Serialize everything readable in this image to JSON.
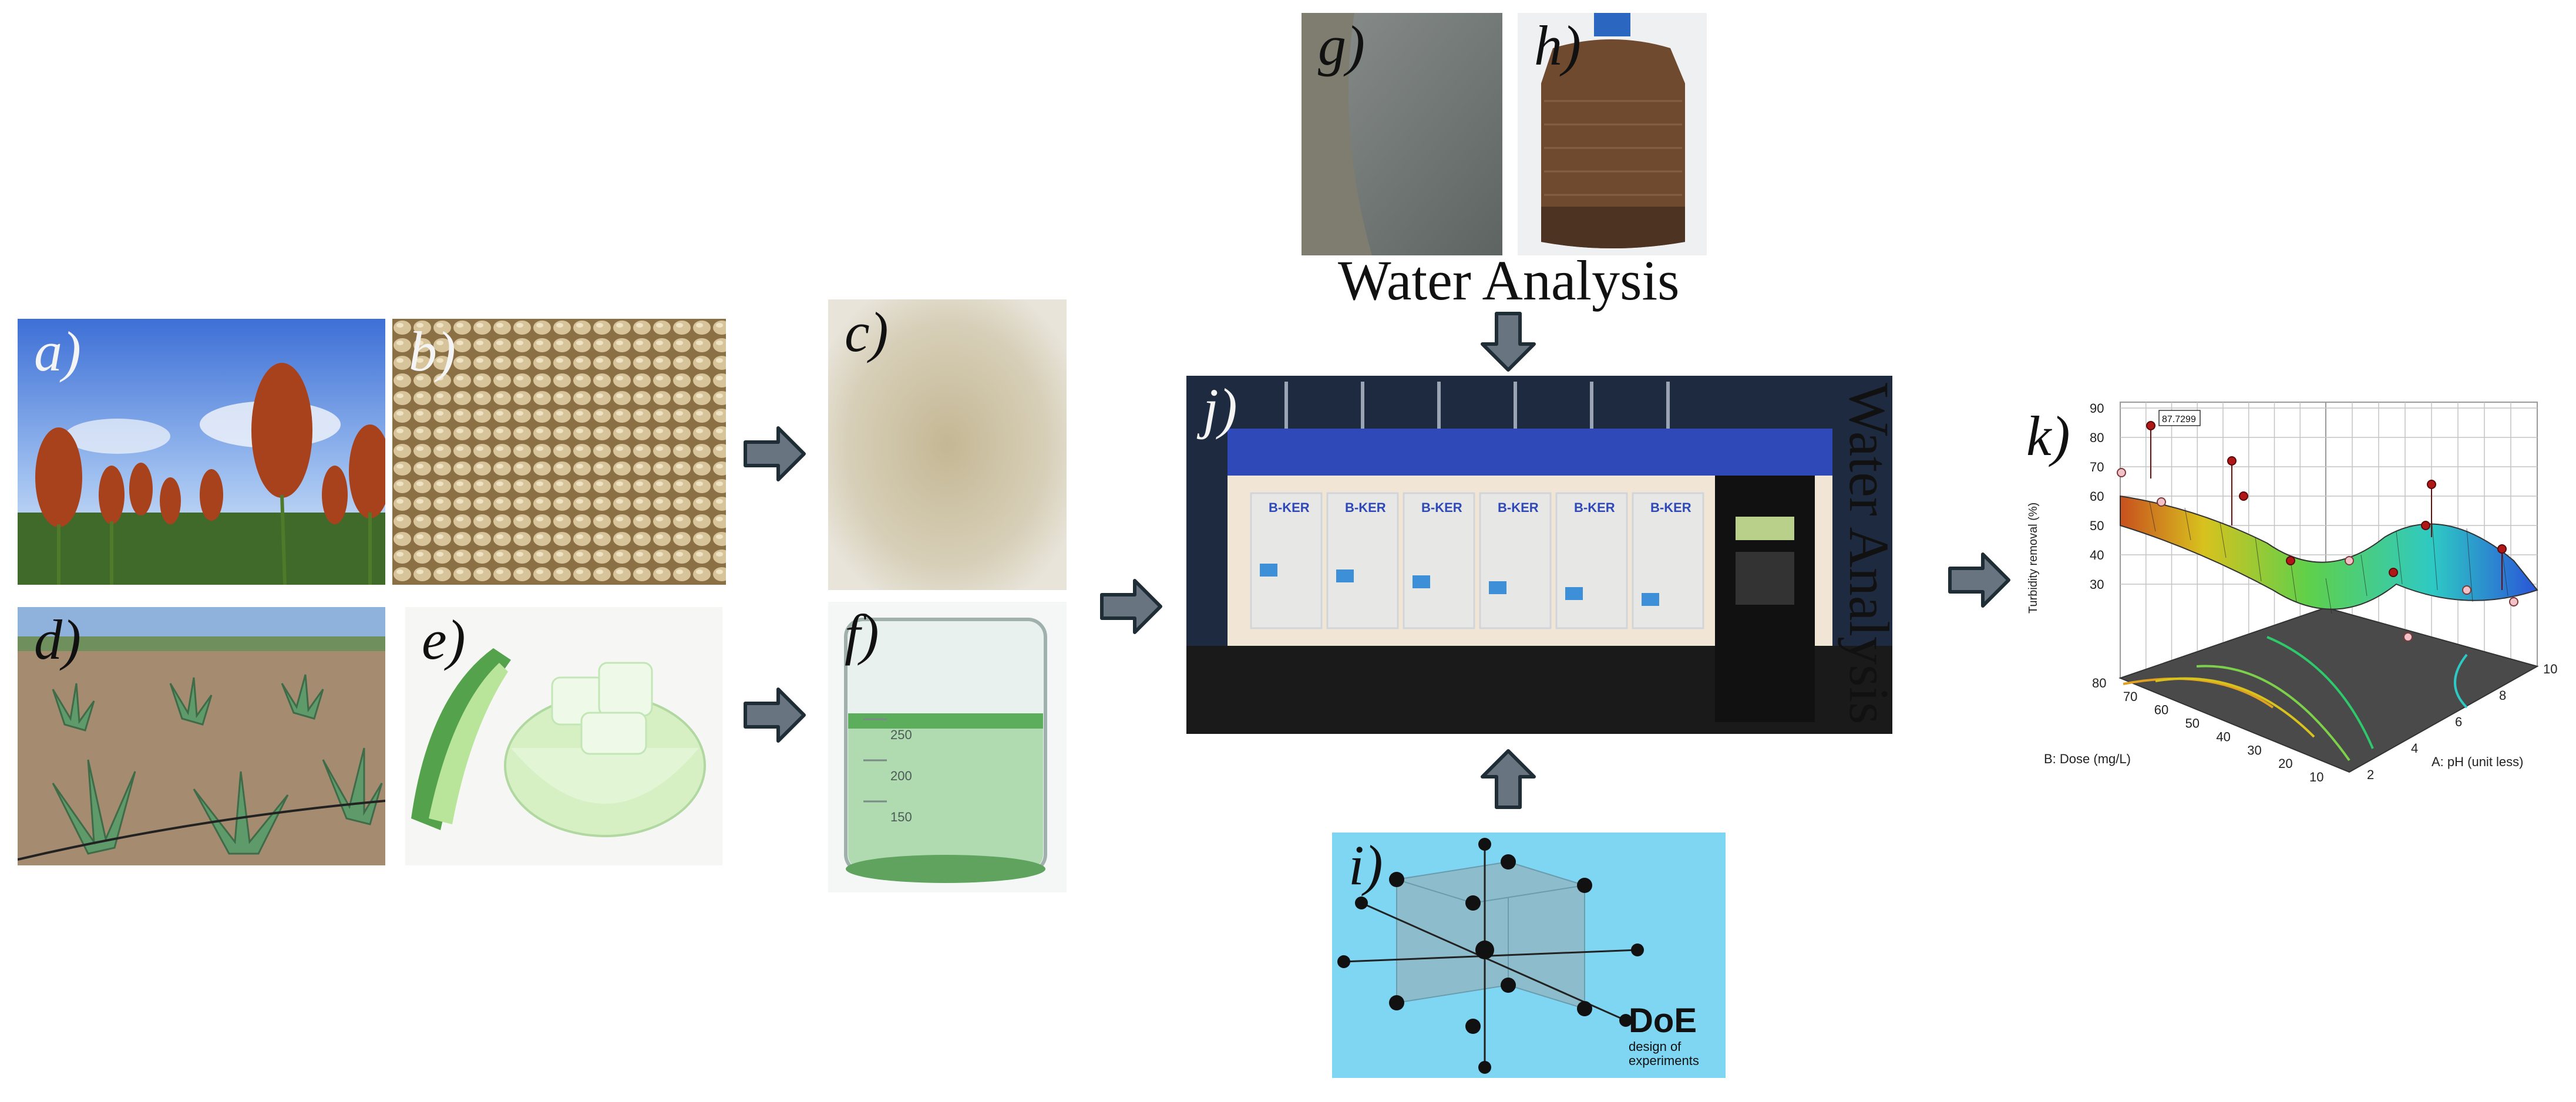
{
  "panels": {
    "a": "a)",
    "b": "b)",
    "c": "c)",
    "d": "d)",
    "e": "e)",
    "f": "f)",
    "g": "g)",
    "h": "h)",
    "i": "i)",
    "j": "j)",
    "k": "k)"
  },
  "captions": {
    "water_analysis_top": "Water Analysis",
    "water_analysis_side": "Water Analysis"
  },
  "doe": {
    "title": "DoE",
    "subtitle_line1": "design of",
    "subtitle_line2": "experiments"
  },
  "beaker_marks": [
    "250",
    "200",
    "150"
  ],
  "jar_tester": {
    "jar_label": "B-KER"
  },
  "colors": {
    "sky": "#4f7fd8",
    "sorghum": "#a8421c",
    "grain": "#c9b48b",
    "powder": "#c9bfa6",
    "aloe": "#4f8f5c",
    "water_turbid": "#6f4a2f",
    "doe_bg": "#7fd6f2",
    "arrow_fill": "#687480",
    "arrow_stroke": "#1e2d36",
    "jar_blue": "#2f49b8"
  },
  "chart_data": {
    "type": "surface",
    "zlabel": "Turbidity removal (%)",
    "xlabel": "A: pH (unit less)",
    "ylabel": "B: Dose (mg/L)",
    "z_ticks": [
      "90",
      "80",
      "70",
      "60",
      "50",
      "40",
      "30"
    ],
    "x_ticks": [
      "2",
      "4",
      "6",
      "8",
      "10"
    ],
    "y_ticks": [
      "10",
      "20",
      "30",
      "40",
      "50",
      "60",
      "70",
      "80"
    ],
    "annotation": "87.7299",
    "zlim": [
      30,
      90
    ],
    "xlim": [
      2,
      10
    ],
    "ylim": [
      10,
      80
    ],
    "grid": true
  }
}
